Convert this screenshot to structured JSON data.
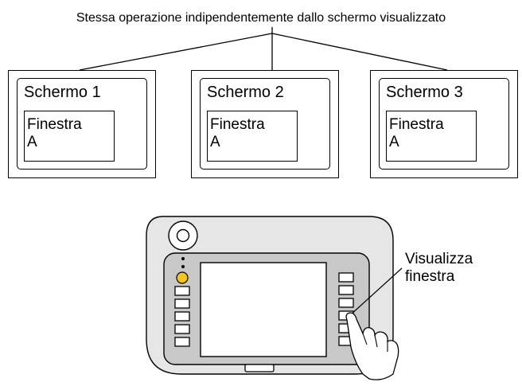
{
  "caption": "Stessa operazione indipendentemente dallo schermo visualizzato",
  "screens": [
    {
      "title": "Schermo 1",
      "window_line1": "Finestra",
      "window_line2": "A"
    },
    {
      "title": "Schermo 2",
      "window_line1": "Finestra",
      "window_line2": "A"
    },
    {
      "title": "Schermo 3",
      "window_line1": "Finestra",
      "window_line2": "A"
    }
  ],
  "device_callout": {
    "line1": "Visualizza",
    "line2": "finestra"
  },
  "colors": {
    "device_body": "#e6e6e6",
    "device_bezel": "#c8c8c8",
    "screen_fill": "#ffffff",
    "indicator_led": "#f5c518",
    "stroke": "#000000"
  }
}
